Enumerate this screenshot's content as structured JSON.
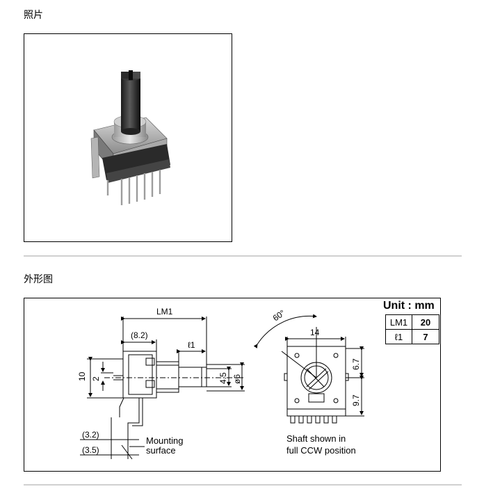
{
  "sections": {
    "photo_heading": "照片",
    "outline_heading": "外形图"
  },
  "units_table": {
    "title": "Unit : mm",
    "rows": [
      {
        "key": "LM1",
        "value": "20"
      },
      {
        "key": "ℓ1",
        "value": "7"
      }
    ]
  },
  "side_view": {
    "dim_lm1": "LM1",
    "dim_8_2": "(8.2)",
    "dim_l1": "ℓ1",
    "dim_10": "10",
    "dim_2": "2",
    "dim_4_5": "4.5",
    "dim_phi6": "ø6",
    "dim_3_2": "(3.2)",
    "dim_3_5": "(3.5)",
    "mounting_label_1": "Mounting",
    "mounting_label_2": "surface"
  },
  "front_view": {
    "angle": "60°",
    "dim_14": "14",
    "dim_6_7": "6.7",
    "dim_9_7": "9.7",
    "caption_1": "Shaft shown in",
    "caption_2": "full CCW position"
  }
}
